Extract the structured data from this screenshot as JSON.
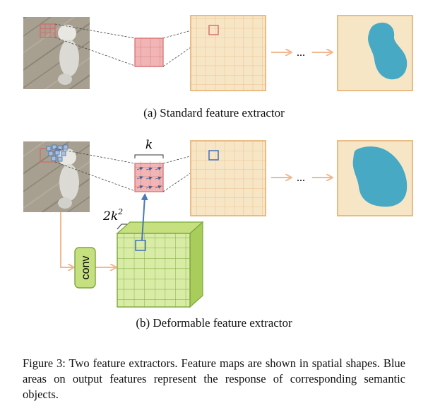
{
  "figure": {
    "panel_a_caption": "(a) Standard feature extractor",
    "panel_b_caption": "(b) Deformable feature extractor",
    "ellipsis": "...",
    "conv_label": "conv",
    "k_label": "k",
    "two_k_squared": {
      "coeff": "2k",
      "exp": "2"
    },
    "colors": {
      "feature_map_fill": "#f7e6c6",
      "feature_map_stroke": "#e8b57a",
      "kernel_fill": "#f1b5b5",
      "kernel_stroke": "#d46a6a",
      "cube_front": "#d9eca6",
      "cube_top": "#c6e080",
      "cube_side": "#a9cd5a",
      "cube_stroke": "#7aa83c",
      "blob": "#47a9c4",
      "arrow_orange": "#f2b890",
      "arrow_blue": "#4a78b8",
      "photo_bg": "#a09a8c"
    },
    "icons": [
      "dog-photo",
      "arrow-right",
      "arrow-up",
      "brace"
    ]
  },
  "caption": "Figure 3: Two feature extractors. Feature maps are shown in spatial shapes. Blue areas on output features represent the response of corresponding semantic objects."
}
